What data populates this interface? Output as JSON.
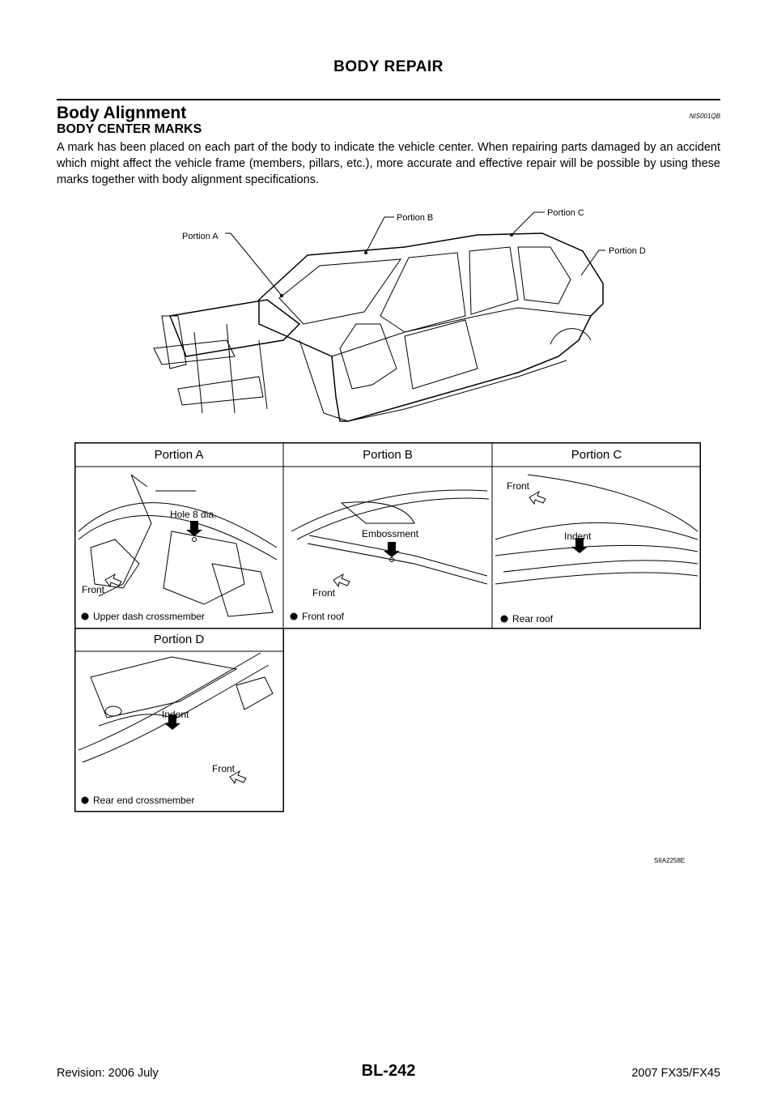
{
  "header": {
    "title": "BODY REPAIR"
  },
  "section": {
    "heading": "Body Alignment",
    "code": "NIS001QB",
    "subheading": "BODY CENTER MARKS",
    "paragraph": "A mark has been placed on each part of the body to indicate the vehicle center. When repairing parts damaged by an accident which might affect the vehicle frame (members, pillars, etc.), more accurate and effective repair will be possible by using these marks together with body alignment specifications."
  },
  "overview": {
    "callouts": [
      "Portion A",
      "Portion B",
      "Portion C",
      "Portion D"
    ]
  },
  "table": {
    "portion_a": {
      "title": "Portion A",
      "mark": "Hole 8 dia.",
      "direction": "Front",
      "part": "Upper dash crossmember"
    },
    "portion_b": {
      "title": "Portion B",
      "mark": "Embossment",
      "direction": "Front",
      "part": "Front roof"
    },
    "portion_c": {
      "title": "Portion C",
      "mark": "Indent",
      "direction": "Front",
      "part": "Rear roof"
    },
    "portion_d": {
      "title": "Portion D",
      "mark": "Indent",
      "direction": "Front",
      "part": "Rear end crossmember"
    }
  },
  "figure_id": "SIIA2258E",
  "footer": {
    "revision": "Revision: 2006 July",
    "page": "BL-242",
    "model": "2007 FX35/FX45"
  }
}
